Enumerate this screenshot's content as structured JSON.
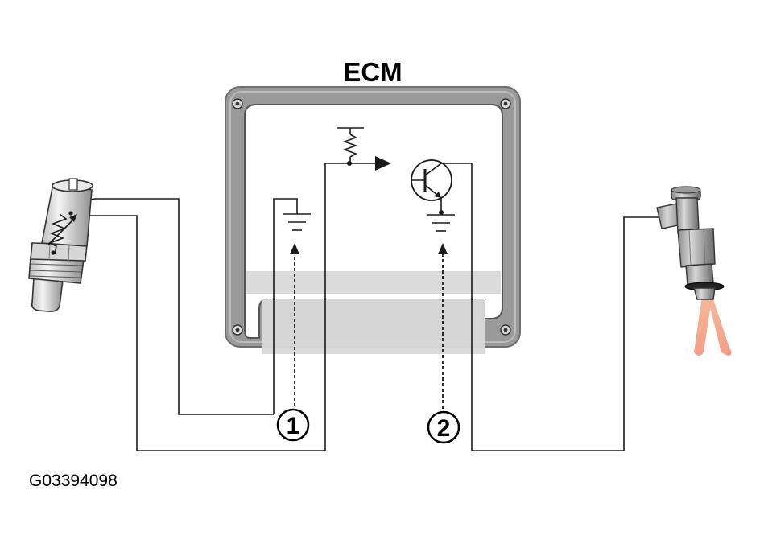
{
  "module": {
    "label": "ECM"
  },
  "callouts": [
    {
      "label": "1"
    },
    {
      "label": "2"
    }
  ],
  "figure": {
    "id": "G03394098"
  },
  "components": {
    "left": "temperature-sensor",
    "right": "fuel-injector"
  },
  "colors": {
    "ecm_frame": "#9a9a9a",
    "ecm_frame_dark": "#6e6e6e",
    "connector_band": "#d9d9d9",
    "wire": "#1a1a1a",
    "injector_spray": "#f2a27e"
  }
}
